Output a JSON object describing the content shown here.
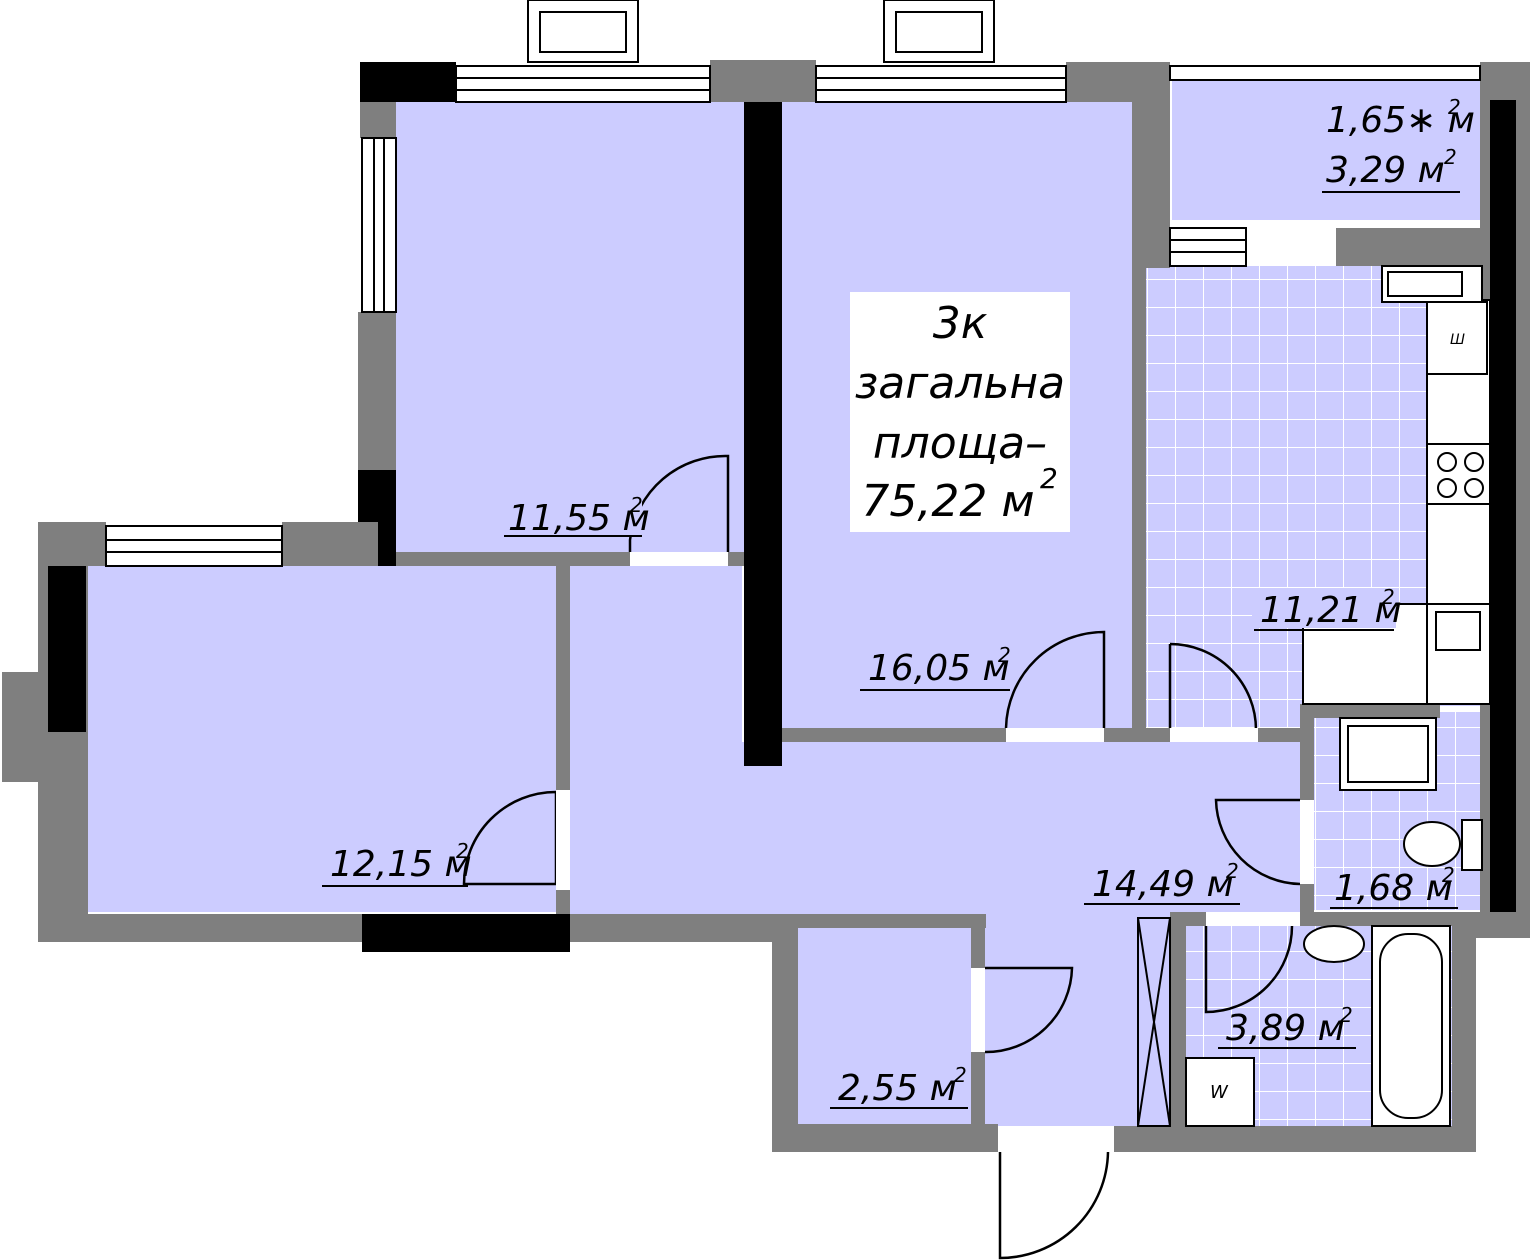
{
  "apartment": {
    "rooms_code": "3к",
    "total_label_line1": "загальна",
    "total_label_line2": "площа–",
    "total_area": "75,22 м",
    "total_area_sup": "2"
  },
  "rooms": [
    {
      "id": "balcony",
      "area": "1,65∗ м",
      "sup": "2"
    },
    {
      "id": "balcony-full",
      "area": "3,29 м",
      "sup": "2"
    },
    {
      "id": "bedroom-1",
      "area": "11,55 м",
      "sup": "2"
    },
    {
      "id": "bedroom-2",
      "area": "16,05 м",
      "sup": "2"
    },
    {
      "id": "kitchen",
      "area": "11,21 м",
      "sup": "2"
    },
    {
      "id": "living-room",
      "area": "12,15 м",
      "sup": "2"
    },
    {
      "id": "hall",
      "area": "14,49 м",
      "sup": "2"
    },
    {
      "id": "toilet",
      "area": "1,68 м",
      "sup": "2"
    },
    {
      "id": "bathroom",
      "area": "3,89 м",
      "sup": "2"
    },
    {
      "id": "storage",
      "area": "2,55 м",
      "sup": "2"
    }
  ],
  "appliances": {
    "fridge_mark": "Ш",
    "washer_mark": "W"
  },
  "colors": {
    "room_fill": "#ccccff",
    "wall_gray": "#7f7f7f",
    "wall_black": "#000000",
    "tile_line": "#ffffff"
  }
}
